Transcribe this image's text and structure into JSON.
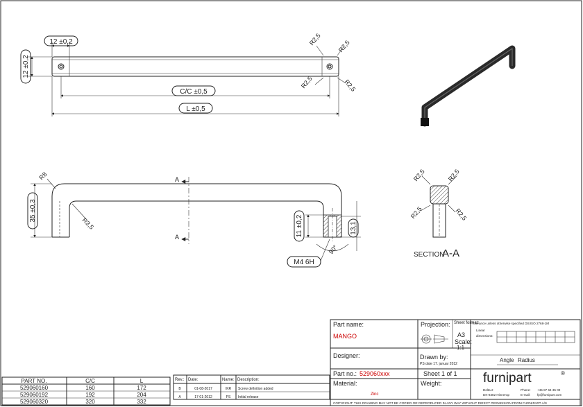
{
  "top_view": {
    "dim_width": "12 ±0,2",
    "dim_height": "12 ±0,2",
    "radius_labels": [
      "R2,5",
      "R2,5",
      "R2,5",
      "R2,5"
    ],
    "dim_cc": "C/C ±0,5",
    "dim_length": "L ±0,5"
  },
  "side_view": {
    "radius_outer": "R8",
    "radius_inner": "R3,5",
    "dim_height": "35 ±0,3",
    "section_marker": "A",
    "dim_hole_width": "11 ±0,2",
    "dim_hole_depth": "13,1",
    "dim_angle": "90°",
    "thread": "M4 6H"
  },
  "section_view": {
    "radius_labels": [
      "R2,5",
      "R2,5",
      "R2,5",
      "R2,5"
    ],
    "caption_prefix": "SECTION",
    "caption_letter": "A-A"
  },
  "parts_table": {
    "headers": [
      "PART NO.",
      "C/C",
      "L"
    ],
    "rows": [
      [
        "529060160",
        "160",
        "172"
      ],
      [
        "529060192",
        "192",
        "204"
      ],
      [
        "529060320",
        "320",
        "332"
      ]
    ]
  },
  "revision_table": {
    "headers": [
      "Rev.:",
      "Date:",
      "Name:",
      "Description:"
    ],
    "rows": [
      [
        "B",
        "01-08-2017",
        "IKR",
        "Screw definition added"
      ],
      [
        "A",
        "17-01-2012",
        "PS",
        "Initial release"
      ]
    ]
  },
  "title_block": {
    "part_name_label": "Part name:",
    "part_name_value": "MANGO",
    "projection_label": "Projection:",
    "sheet_format_label": "Sheet format:",
    "sheet_format_value": "A3",
    "scale_label": "Scale:",
    "scale_value": "1:1",
    "tolerance_text": "Tolerance unless otherwise specified DS/ISO 2768-1M",
    "linear_label": "Linear",
    "dimensions_label": "dimensions:",
    "designer_label": "Designer:",
    "drawn_by_label": "Drawn by:",
    "drawn_by_value": "PS date 17. januar 2012",
    "angle_label": "Angle",
    "radius_label": "Radius",
    "part_no_label": "Part no.:",
    "part_no_value": "529060xxx",
    "sheet_text": "Sheet 1 of 1",
    "material_label": "Material:",
    "material_value": "Zinc",
    "weight_label": "Weight:",
    "brand": "furnipart",
    "registered": "®",
    "address_line1": "Delta 2",
    "address_line2": "DK-8382 Hinnerup",
    "phone_label": "Phone:",
    "phone_value": "+45 87 64 35 00",
    "email_label": "E-mail:",
    "email_value": "fp@furnipart.com",
    "copyright": "COPYRIGHT: THIS DRAWING MAY NOT BE COPIED OR REPRODUCED IN ANY WAY WITHOUT DIRECT PERMISSION FROM FURNIPART A/S"
  },
  "colors": {
    "line": "#222222",
    "accent_red": "#cc0000",
    "hatch": "#444444",
    "handle_body": "#2a2a2a"
  }
}
